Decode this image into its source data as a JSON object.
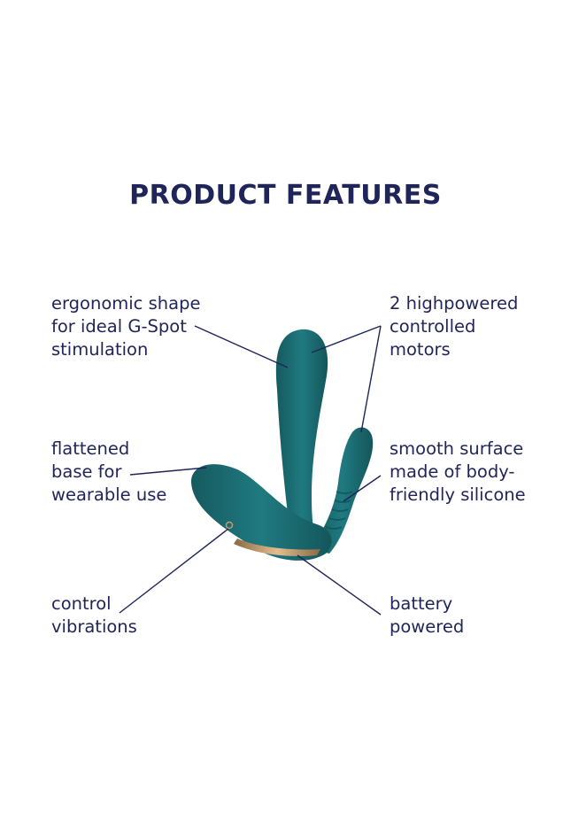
{
  "title": "PRODUCT FEATURES",
  "colors": {
    "text": "#1f2459",
    "product": "#1b6b70",
    "accent": "#c79a6a"
  },
  "features": [
    {
      "lines": [
        "ergonomic shape",
        "for ideal G-Spot",
        "stimulation"
      ]
    },
    {
      "lines": [
        "2 highpowered",
        "controlled",
        "motors"
      ]
    },
    {
      "lines": [
        "flattened",
        "base for",
        "wearable use"
      ]
    },
    {
      "lines": [
        "smooth surface",
        "made of body-",
        "friendly silicone"
      ]
    },
    {
      "lines": [
        "control",
        "vibrations"
      ]
    },
    {
      "lines": [
        "battery",
        "powered"
      ]
    }
  ]
}
